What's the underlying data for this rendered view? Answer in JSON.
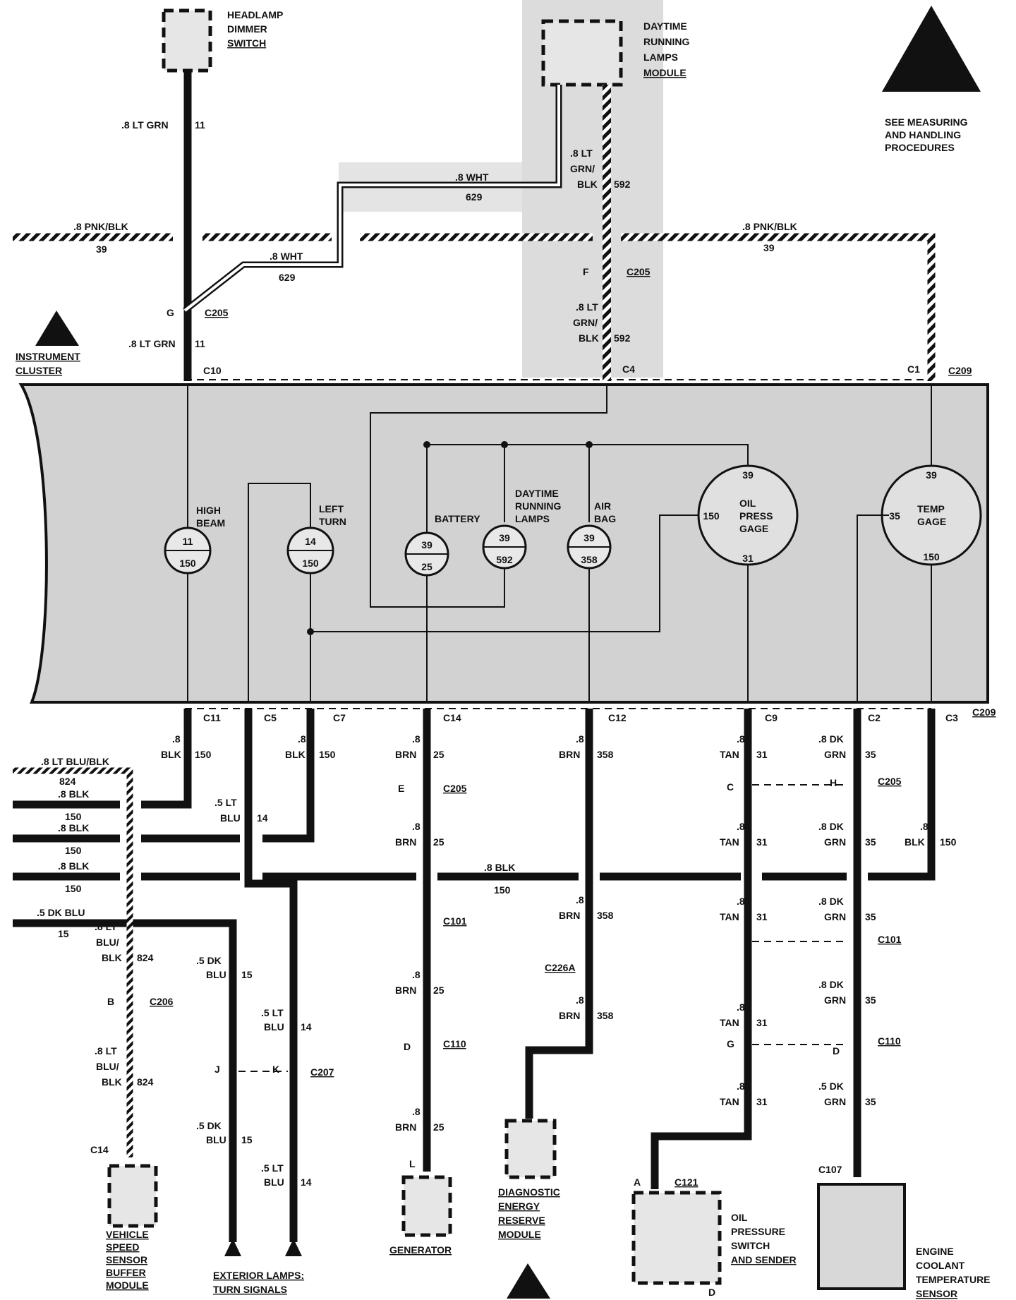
{
  "components": {
    "headlamp_switch": [
      "HEADLAMP",
      "DIMMER",
      "SWITCH"
    ],
    "drl_module": [
      "DAYTIME",
      "RUNNING",
      "LAMPS",
      "MODULE"
    ],
    "esd_notice": [
      "SEE MEASURING",
      "AND HANDLING",
      "PROCEDURES"
    ],
    "instrument_cluster": [
      "INSTRUMENT",
      "CLUSTER"
    ],
    "vss_buffer": [
      "VEHICLE",
      "SPEED",
      "SENSOR",
      "BUFFER",
      "MODULE"
    ],
    "exterior_lamps": [
      "EXTERIOR LAMPS:",
      "TURN SIGNALS"
    ],
    "generator": "GENERATOR",
    "derm": [
      "DIAGNOSTIC",
      "ENERGY",
      "RESERVE",
      "MODULE"
    ],
    "oil_sender": [
      "OIL",
      "PRESSURE",
      "SWITCH",
      "AND SENDER"
    ],
    "ect_sensor": [
      "ENGINE",
      "COOLANT",
      "TEMPERATURE",
      "SENSOR"
    ]
  },
  "indicators": {
    "high_beam": {
      "name": [
        "HIGH",
        "BEAM"
      ],
      "top": "11",
      "bottom": "150"
    },
    "left_turn": {
      "name": [
        "LEFT",
        "TURN"
      ],
      "top": "14",
      "bottom": "150"
    },
    "battery": {
      "name": "BATTERY",
      "top": "39",
      "bottom": "25"
    },
    "drl": {
      "name": [
        "DAYTIME",
        "RUNNING",
        "LAMPS"
      ],
      "top": "39",
      "bottom": "592"
    },
    "air_bag": {
      "name": [
        "AIR",
        "BAG"
      ],
      "top": "39",
      "bottom": "358"
    },
    "oil_gage": {
      "name": [
        "OIL",
        "PRESS",
        "GAGE"
      ],
      "top": "39",
      "left": "150",
      "bottom": "31"
    },
    "temp_gage": {
      "name": [
        "TEMP",
        "GAGE"
      ],
      "top": "39",
      "left": "35",
      "bottom": "150"
    }
  },
  "connectors": {
    "c205": "C205",
    "c209": "C209",
    "c10": "C10",
    "c4": "C4",
    "c1": "C1",
    "c11": "C11",
    "c5": "C5",
    "c7": "C7",
    "c14": "C14",
    "c12": "C12",
    "c9": "C9",
    "c2": "C2",
    "c3": "C3",
    "c101": "C101",
    "c110": "C110",
    "c206": "C206",
    "c207": "C207",
    "c226a": "C226A",
    "c121": "C121",
    "c107": "C107",
    "c14b": "C14"
  },
  "pins": {
    "g": "G",
    "f": "F",
    "e": "E",
    "d": "D",
    "c": "C",
    "h": "H",
    "b": "B",
    "j": "J",
    "k": "K",
    "l": "L",
    "a": "A"
  },
  "wires": {
    "lt_grn": ".8 LT GRN",
    "c11": "11",
    "wht": ".8 WHT",
    "c629": "629",
    "pnk_blk": ".8 PNK/BLK",
    "c39": "39",
    "lt": ".8 LT",
    "grn_": "GRN/",
    "blk": "BLK",
    "c592": "592",
    "p8": ".8",
    "blk2": "BLK",
    "c150": "150",
    "lt_blu_blk": ".8 LT BLU/BLK",
    "c824": "824",
    "p8blk": ".8 BLK",
    "dk_blu": ".5 DK BLU",
    "c15": "15",
    "p5lt": ".5 LT",
    "blu": "BLU",
    "c14": "14",
    "brn": "BRN",
    "c25": "25",
    "c358": "358",
    "tan": "TAN",
    "c31": "31",
    "p8dk": ".8 DK",
    "grn": "GRN",
    "c35": "35",
    "blu_": "BLU/",
    "p5dk": ".5 DK"
  }
}
